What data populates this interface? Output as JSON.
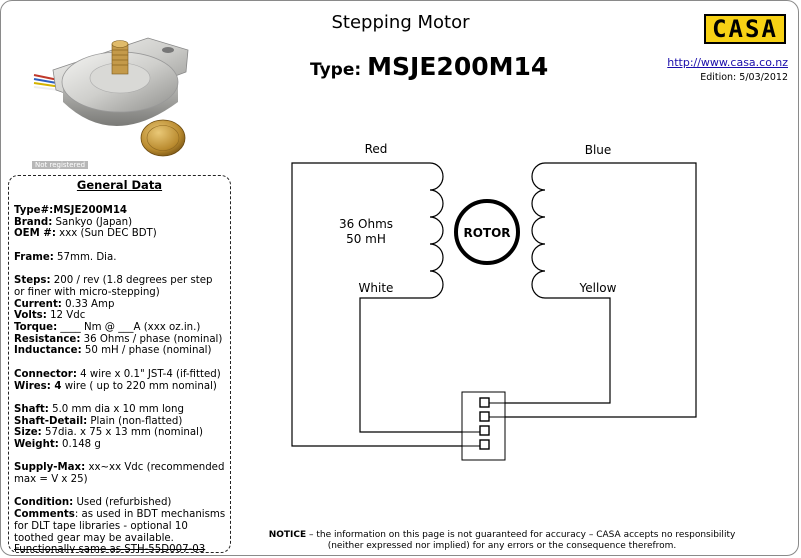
{
  "header": {
    "title": "Stepping Motor",
    "type_label": "Type:",
    "type_value": "MSJE200M14",
    "logo": "CASA",
    "url": "http://www.casa.co.nz",
    "edition": "Edition:  5/03/2012"
  },
  "photo": {
    "badge": "Not registered"
  },
  "general": {
    "title": "General Data",
    "fields": {
      "type_label": "Type#:",
      "type_value": "MSJE200M14",
      "brand_label": "Brand:",
      "brand_value": " Sankyo (Japan)",
      "oem_label": "OEM #:",
      "oem_value": " xxx (Sun DEC BDT)",
      "frame_label": "Frame:",
      "frame_value": " 57mm. Dia.",
      "steps_label": "Steps:",
      "steps_value": " 200 / rev (1.8 degrees per step or finer with micro-stepping)",
      "current_label": "Current:",
      "current_value": " 0.33  Amp",
      "volts_label": "Volts:",
      "volts_value": " 12 Vdc",
      "torque_label": "Torque:",
      "torque_value": "  ____ Nm @ ___A (xxx oz.in.)",
      "resistance_label": "Resistance:",
      "resistance_value": " 36 Ohms / phase (nominal)",
      "inductance_label": "Inductance:",
      "inductance_value": " 50 mH / phase (nominal)",
      "connector_label": "Connector:",
      "connector_value": "  4 wire x 0.1\" JST-4 (if-fitted)",
      "wires_label": "Wires:",
      "wires_value_bold": " 4",
      "wires_value": " wire ( up to 220 mm nominal)",
      "shaft_label": "Shaft:",
      "shaft_value": " 5.0 mm dia x 10 mm long",
      "shaft_detail_label": "Shaft-Detail:",
      "shaft_detail_value": " Plain (non-flatted)",
      "size_label": "Size:",
      "size_value": " 57dia. x 75 x 13 mm (nominal)",
      "weight_label": "Weight:",
      "weight_value": " 0.148 g",
      "supply_label": "Supply-Max:",
      "supply_value": " xx~xx Vdc (recommended max = V x 25)",
      "condition_label": "Condition:",
      "condition_value": " Used  (refurbished)",
      "comments_label": "Comments",
      "comments_value": ": as used in BDT mechanisms for DLT tape libraries - optional 10 toothed gear may be available.",
      "functional": "Functionally same as STH-55D007-03"
    }
  },
  "diagram": {
    "coil_left_top": "Red",
    "coil_left_bottom": "White",
    "coil_right_top": "Blue",
    "coil_right_bottom": "Yellow",
    "resistance": "36 Ohms",
    "inductance": "50 mH",
    "rotor": "ROTOR"
  },
  "notice": {
    "label": "NOTICE",
    "text_1": " – the information on this page is not guaranteed for accuracy – CASA accepts no responsibility",
    "text_2": "(neither expressed nor implied) for any errors or the consequence therefrom."
  }
}
